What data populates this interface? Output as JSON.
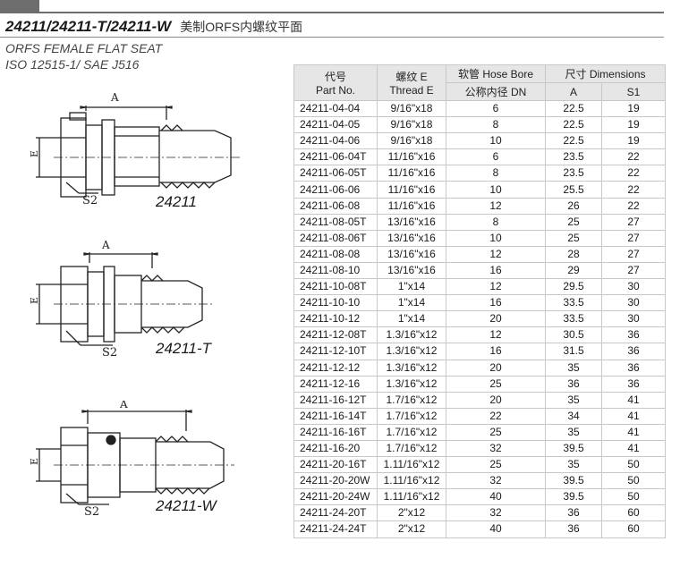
{
  "header": {
    "title": "24211/24211-T/24211-W",
    "title_cn": "美制ORFS内螺纹平面",
    "subtitle1": "ORFS FEMALE FLAT SEAT",
    "subtitle2": "ISO 12515-1/ SAE J516"
  },
  "drawings": [
    {
      "label": "24211",
      "dim_a": "A",
      "dim_e": "E",
      "dim_s": "S2"
    },
    {
      "label": "24211-T",
      "dim_a": "A",
      "dim_e": "E",
      "dim_s": "S2"
    },
    {
      "label": "24211-W",
      "dim_a": "A",
      "dim_e": "E",
      "dim_s": "S2"
    }
  ],
  "table": {
    "head": {
      "part_cn": "代号",
      "part_en": "Part No.",
      "thread_cn": "螺纹 E",
      "thread_en": "Thread E",
      "hose_bore": "软管 Hose Bore",
      "hose_dn": "公称内径 DN",
      "dimensions": "尺寸 Dimensions",
      "a": "A",
      "s1": "S1"
    },
    "rows": [
      [
        "24211-04-04",
        "9/16\"x18",
        "6",
        "22.5",
        "19"
      ],
      [
        "24211-04-05",
        "9/16\"x18",
        "8",
        "22.5",
        "19"
      ],
      [
        "24211-04-06",
        "9/16\"x18",
        "10",
        "22.5",
        "19"
      ],
      [
        "24211-06-04T",
        "11/16\"x16",
        "6",
        "23.5",
        "22"
      ],
      [
        "24211-06-05T",
        "11/16\"x16",
        "8",
        "23.5",
        "22"
      ],
      [
        "24211-06-06",
        "11/16\"x16",
        "10",
        "25.5",
        "22"
      ],
      [
        "24211-06-08",
        "11/16\"x16",
        "12",
        "26",
        "22"
      ],
      [
        "24211-08-05T",
        "13/16\"x16",
        "8",
        "25",
        "27"
      ],
      [
        "24211-08-06T",
        "13/16\"x16",
        "10",
        "25",
        "27"
      ],
      [
        "24211-08-08",
        "13/16\"x16",
        "12",
        "28",
        "27"
      ],
      [
        "24211-08-10",
        "13/16\"x16",
        "16",
        "29",
        "27"
      ],
      [
        "24211-10-08T",
        "1\"x14",
        "12",
        "29.5",
        "30"
      ],
      [
        "24211-10-10",
        "1\"x14",
        "16",
        "33.5",
        "30"
      ],
      [
        "24211-10-12",
        "1\"x14",
        "20",
        "33.5",
        "30"
      ],
      [
        "24211-12-08T",
        "1.3/16\"x12",
        "12",
        "30.5",
        "36"
      ],
      [
        "24211-12-10T",
        "1.3/16\"x12",
        "16",
        "31.5",
        "36"
      ],
      [
        "24211-12-12",
        "1.3/16\"x12",
        "20",
        "35",
        "36"
      ],
      [
        "24211-12-16",
        "1.3/16\"x12",
        "25",
        "36",
        "36"
      ],
      [
        "24211-16-12T",
        "1.7/16\"x12",
        "20",
        "35",
        "41"
      ],
      [
        "24211-16-14T",
        "1.7/16\"x12",
        "22",
        "34",
        "41"
      ],
      [
        "24211-16-16T",
        "1.7/16\"x12",
        "25",
        "35",
        "41"
      ],
      [
        "24211-16-20",
        "1.7/16\"x12",
        "32",
        "39.5",
        "41"
      ],
      [
        "24211-20-16T",
        "1.11/16\"x12",
        "25",
        "35",
        "50"
      ],
      [
        "24211-20-20W",
        "1.11/16\"x12",
        "32",
        "39.5",
        "50"
      ],
      [
        "24211-20-24W",
        "1.11/16\"x12",
        "40",
        "39.5",
        "50"
      ],
      [
        "24211-24-20T",
        "2\"x12",
        "32",
        "36",
        "60"
      ],
      [
        "24211-24-24T",
        "2\"x12",
        "40",
        "36",
        "60"
      ]
    ]
  }
}
